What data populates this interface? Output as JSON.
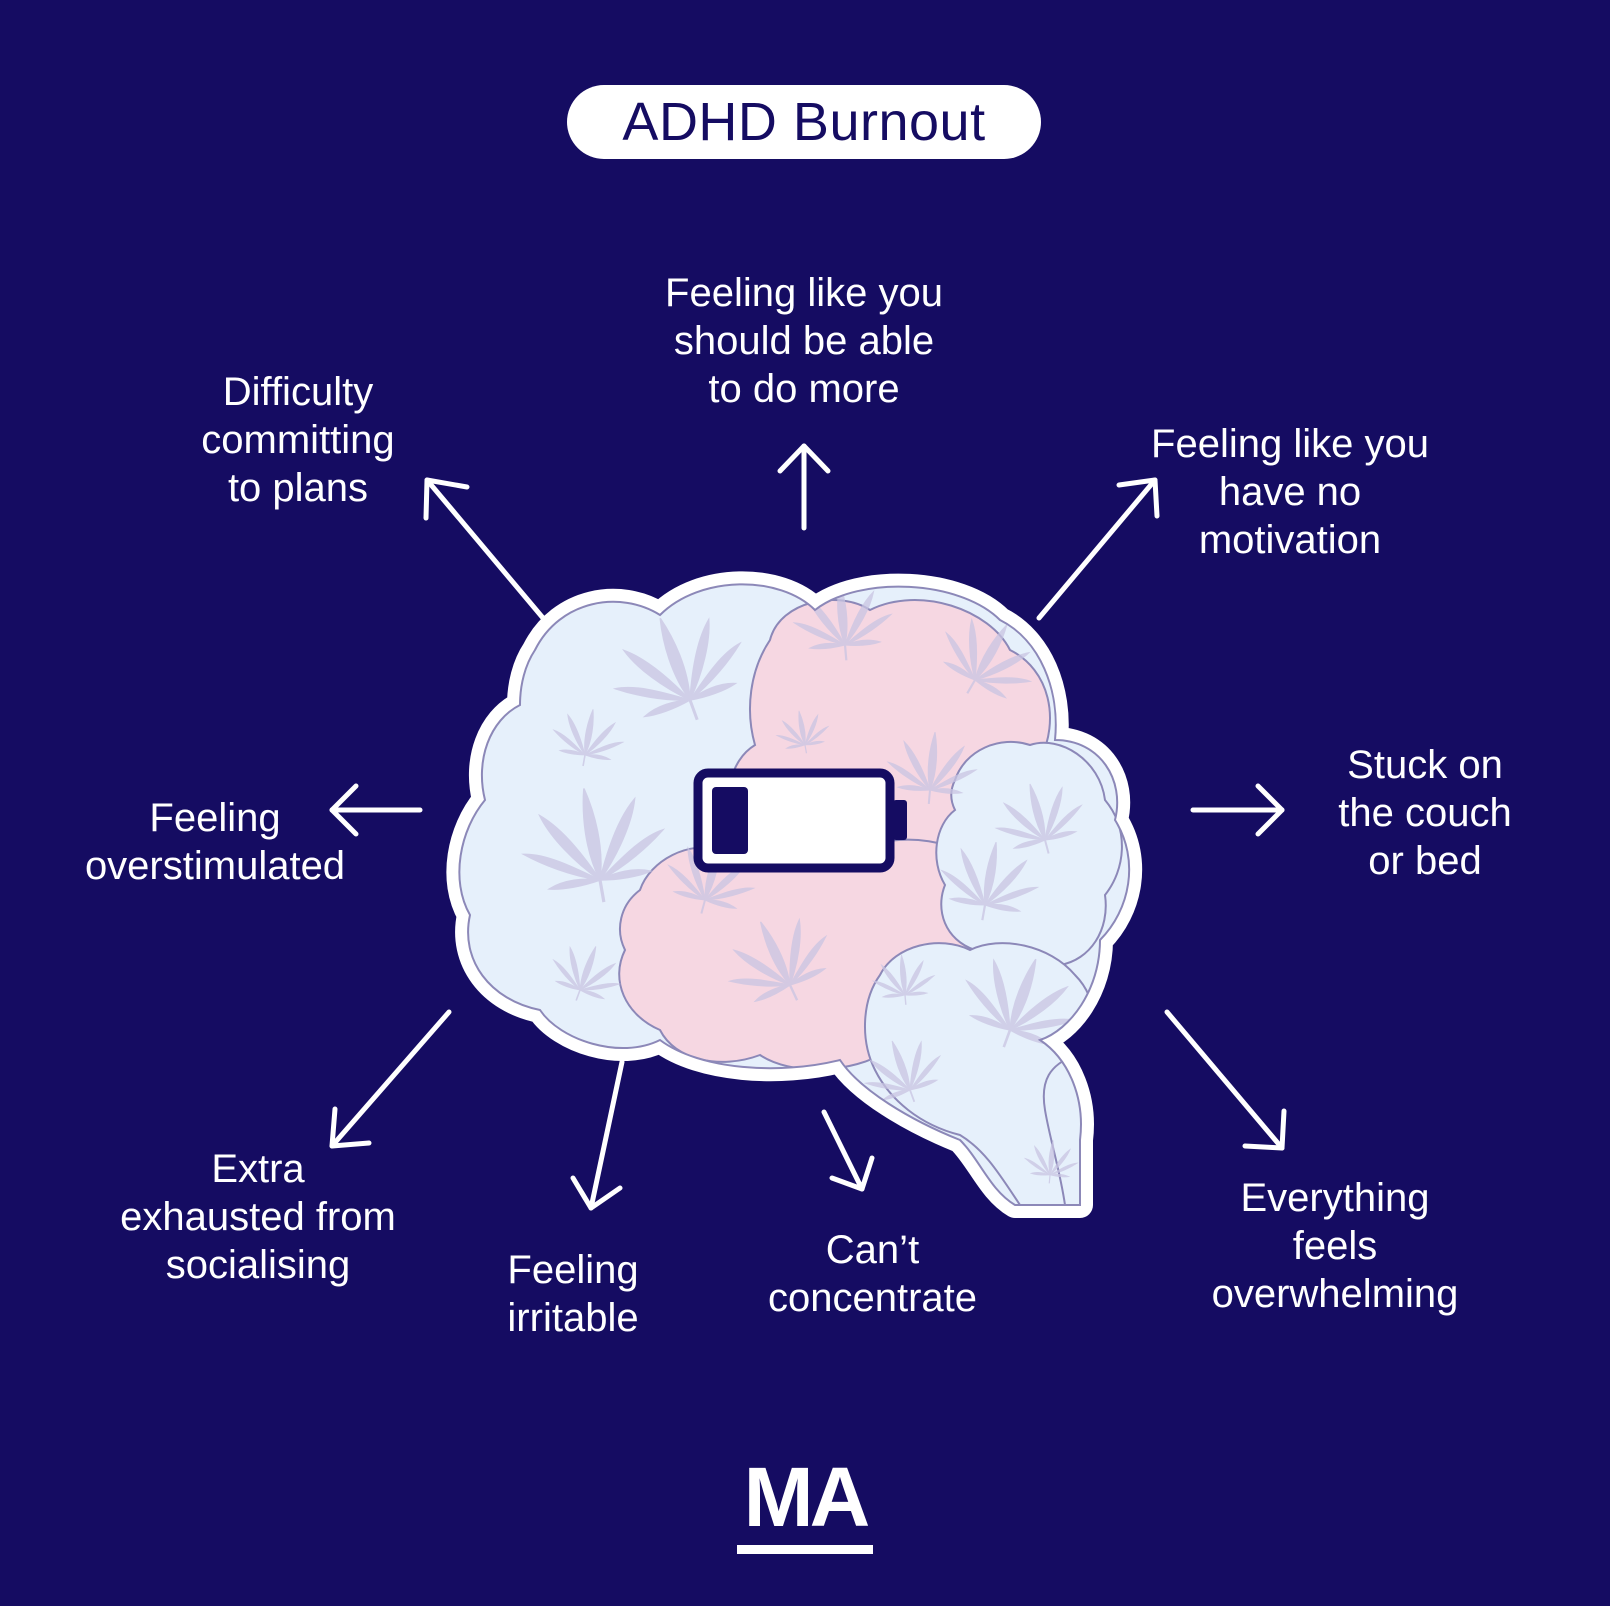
{
  "title": "ADHD Burnout",
  "colors": {
    "background": "#150c62",
    "brain_blue": "#e6f0fb",
    "brain_pink": "#f6d7e2",
    "leaf": "#c8c4e2",
    "white": "#ffffff"
  },
  "icons": {
    "center": "low-battery-icon",
    "brain": "brain-illustration",
    "pattern": "cannabis-leaf-icon",
    "arrows": "arrow-icon"
  },
  "symptoms": [
    {
      "id": "no-motivation",
      "lines": [
        "Feeling like you",
        "have no",
        "motivation"
      ]
    },
    {
      "id": "should-do-more",
      "lines": [
        "Feeling like you",
        "should be able",
        "to do more"
      ]
    },
    {
      "id": "committing-plans",
      "lines": [
        "Difficulty",
        "committing",
        "to plans"
      ]
    },
    {
      "id": "overstimulated",
      "lines": [
        "Feeling",
        "overstimulated"
      ]
    },
    {
      "id": "exhausted-socialising",
      "lines": [
        "Extra",
        "exhausted from",
        "socialising"
      ]
    },
    {
      "id": "irritable",
      "lines": [
        "Feeling",
        "irritable"
      ]
    },
    {
      "id": "cant-concentrate",
      "lines": [
        "Can’t",
        "concentrate"
      ]
    },
    {
      "id": "overwhelming",
      "lines": [
        "Everything",
        "feels",
        "overwhelming"
      ]
    },
    {
      "id": "stuck-couch",
      "lines": [
        "Stuck on",
        "the couch",
        "or bed"
      ]
    }
  ],
  "logo": {
    "text": "MA"
  }
}
